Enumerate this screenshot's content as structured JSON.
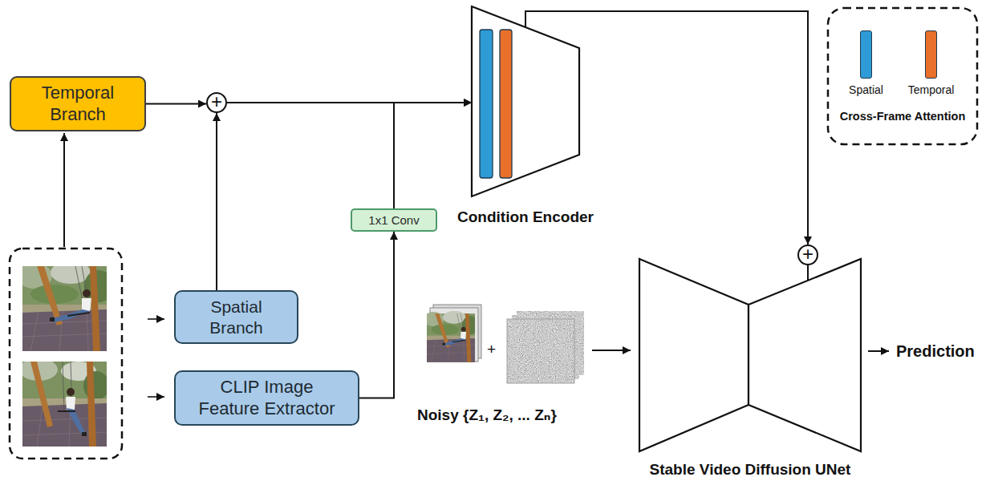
{
  "diagram": {
    "nodes": [
      {
        "text": [
          "Temporal Branch"
        ]
      },
      {
        "text": [
          "+"
        ]
      },
      {
        "text": [
          "Condition Encoder"
        ]
      },
      {
        "text": [
          "1x1 Conv"
        ]
      },
      {
        "text": [
          "Spatial Branch"
        ]
      },
      {
        "text": [
          "CLIP Image Feature Extractor"
        ]
      },
      {
        "text": [
          "+"
        ]
      },
      {
        "text": [
          "Stable Video Diffusion UNet"
        ]
      }
    ],
    "edges": [
      {
        "from": 0,
        "to": 1,
        "arrow": "to"
      },
      {
        "from": 4,
        "to": 1,
        "arrow": "to"
      },
      {
        "from": 1,
        "to": 2,
        "arrow": "to"
      },
      {
        "from": 5,
        "to": 3,
        "arrow": "to"
      },
      {
        "from": 3,
        "to": 2,
        "arrow": "to"
      },
      {
        "from": 2,
        "to": 6,
        "arrow": "to"
      },
      {
        "from": 6,
        "to": 7,
        "arrow": "none"
      }
    ],
    "labels": [
      "Cross-Frame Attention",
      "+",
      "Noisy {Z₁, Z₂, ... Zₙ}",
      "Prediction"
    ],
    "legend": [
      {
        "text": "Spatial",
        "color": "#2e9bd6"
      },
      {
        "text": "Temporal",
        "color": "#e8702a"
      }
    ]
  }
}
